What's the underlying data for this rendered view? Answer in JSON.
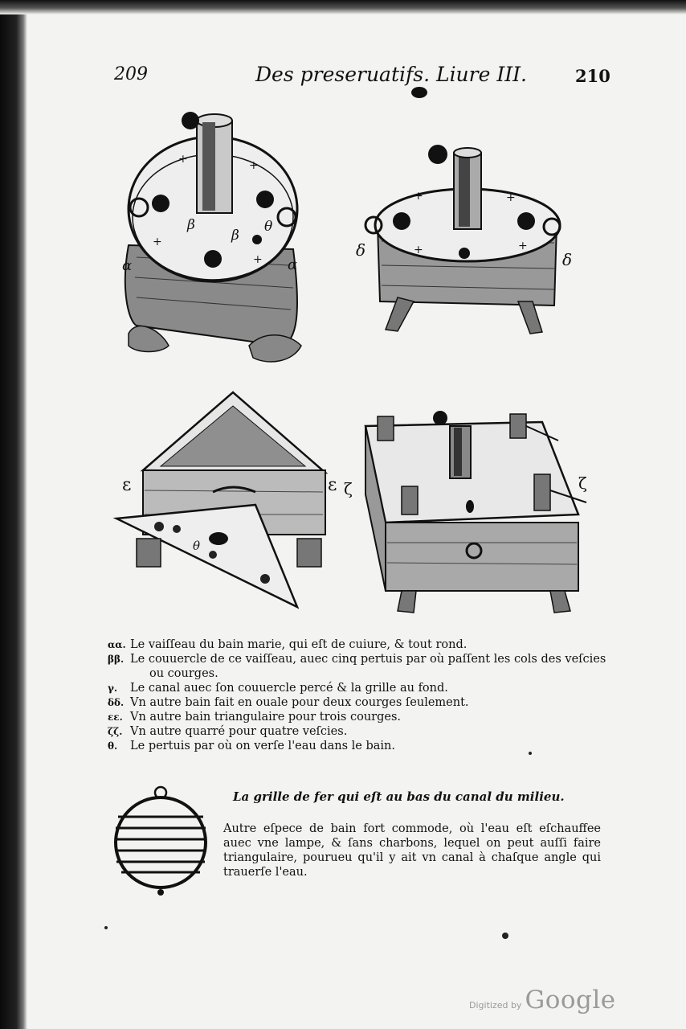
{
  "header": {
    "page_left": "209",
    "running_title": "Des preseruatifs. Liure III.",
    "page_right": "210"
  },
  "figures": {
    "round_bath_labels": [
      "α",
      "β",
      "β",
      "θ",
      "α"
    ],
    "oval_bath_labels": [
      "δ",
      "δ"
    ],
    "triangle_bath_labels": [
      "ε",
      "ε",
      "θ"
    ],
    "square_bath_labels": [
      "ζ",
      "ζ"
    ]
  },
  "legend": [
    {
      "key": "αα.",
      "text": "Le vaiſſeau du bain marie, qui eſt de cuiure, & tout rond."
    },
    {
      "key": "ββ.",
      "text": "Le couuercle de ce vaiſſeau, auec cinq pertuis par où paſſent les cols des veſcies"
    },
    {
      "key": "",
      "text": "ou courges."
    },
    {
      "key": "γ.",
      "text": "Le canal auec ſon couuercle percé & la grille au fond."
    },
    {
      "key": "δδ.",
      "text": "Vn autre bain fait en ouale pour deux courges ſeulement."
    },
    {
      "key": "εε.",
      "text": "Vn autre bain triangulaire pour trois courges."
    },
    {
      "key": "ζζ.",
      "text": "Vn autre quarré pour quatre veſcies."
    },
    {
      "key": "θ.",
      "text": "Le pertuis par où on verſe l'eau dans le bain."
    }
  ],
  "grille": {
    "caption": "La grille de fer qui eſt au bas du canal du milieu.",
    "paragraph": "Autre eſpece de bain fort commode, où l'eau eſt eſchauffee auec vne lampe, & ſans charbons, lequel on peut auſſi faire triangulaire, pourueu qu'il y ait vn canal à chaſque angle qui trauerſe l'eau."
  },
  "watermark": {
    "prefix": "Digitized by",
    "brand": "Google"
  }
}
